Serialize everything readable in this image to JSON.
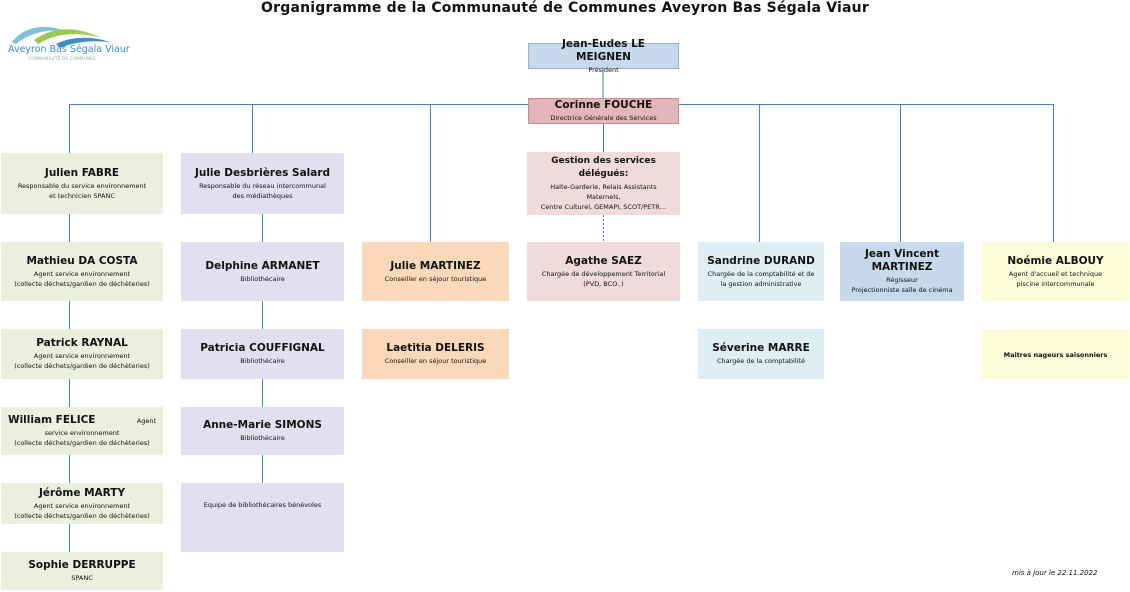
{
  "title": "Organigramme de la Communauté de Communes Aveyron Bas Ségala Viaur",
  "logo": {
    "name": "Aveyron Bas Ségala Viaur",
    "tagline": "COMMUNAUTÉ DE COMMUNES"
  },
  "nodes": {
    "president": {
      "name": "Jean-Eudes LE MEIGNEN",
      "role": "Président"
    },
    "dgs": {
      "name": "Corinne FOUCHE",
      "role": "Directrice Générale des Services"
    },
    "fabre": {
      "name": "Julien FABRE",
      "role1": "Responsable du service environnement",
      "role2": "et technicien SPANC"
    },
    "dacosta": {
      "name": "Mathieu DA COSTA",
      "role1": "Agent service environnement",
      "role2": "(collecte déchets/gardien de déchèteries)"
    },
    "raynal": {
      "name": "Patrick RAYNAL",
      "role1": "Agent service environnement",
      "role2": "(collecte déchets/gardien de déchèteries)"
    },
    "felice": {
      "name": "William FELICE",
      "role0": "Agent",
      "role1": "service environnement",
      "role2": "(collecte déchets/gardien de déchèteries)"
    },
    "marty": {
      "name": "Jérôme MARTY",
      "role1": "Agent service environnement",
      "role2": "(collecte déchets/gardien de déchèteries)"
    },
    "derruppe": {
      "name": "Sophie DERRUPPE",
      "role": "SPANC"
    },
    "salard": {
      "name": "Julie Desbrières Salard",
      "role1": "Responsable du réseau intercommunal",
      "role2": "des médiathèques"
    },
    "armanet": {
      "name": "Delphine ARMANET",
      "role": "Bibliothécaire"
    },
    "couffignal": {
      "name": "Patricia COUFFIGNAL",
      "role": "Bibliothécaire"
    },
    "simons": {
      "name": "Anne-Marie SIMONS",
      "role": "Bibliothécaire"
    },
    "benevoles": {
      "role": "Equipe de bibliothécaires bénévoles"
    },
    "martinez_julie": {
      "name": "Julie MARTINEZ",
      "role": "Conseiller en séjour touristique"
    },
    "deleris": {
      "name": "Laetitia DELERIS",
      "role": "Conseiller en séjour touristique"
    },
    "gestion": {
      "name": "Gestion des services délégués:",
      "role1": "Halte-Garderie, Relais Assistants Maternels,",
      "role2": "Centre Culturel, GEMAPI, SCOT/PETR…"
    },
    "saez": {
      "name": "Agathe SAEZ",
      "role1": "Chargée de développement Territorial",
      "role2": "(PVD, BCO..)"
    },
    "durand": {
      "name": "Sandrine DURAND",
      "role1": "Chargée de la comptabilité et de",
      "role2": "la gestion administrative"
    },
    "marre": {
      "name": "Séverine MARRE",
      "role": "Chargée de la comptabilité"
    },
    "martinez_jv": {
      "name1": "Jean Vincent",
      "name2": "MARTINEZ",
      "role1": "Régisseur",
      "role2": "Projectionniste salle de cinéma"
    },
    "albouy": {
      "name": "Noémie ALBOUY",
      "role1": "Agent d'accueil et technique",
      "role2": "piscine intercommunale"
    },
    "nageurs": {
      "role": "Maitres nageurs saisonniers"
    }
  },
  "footer": {
    "updated": "mis à jour le 22.11.2022"
  }
}
